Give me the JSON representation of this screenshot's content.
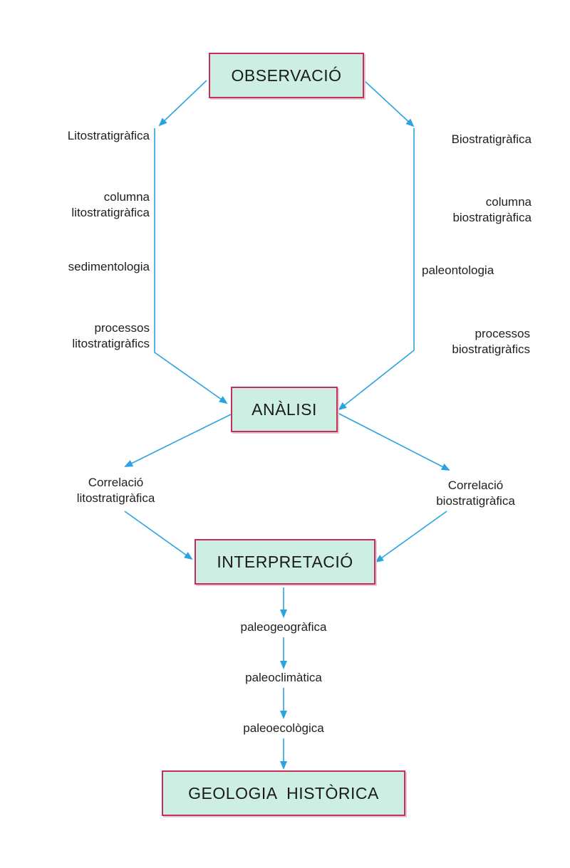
{
  "boxes": {
    "observacio": "OBSERVACIÓ",
    "analisi": "ANÀLISI",
    "interpretacio": "INTERPRETACIÓ",
    "geologia": "GEOLOGIA  HISTÒRICA"
  },
  "left_column": {
    "heading": "Litostratigràfica",
    "columna": [
      "columna",
      "litostratigràfica"
    ],
    "sedimentologia": "sedimentologia",
    "processos": [
      "processos",
      "litostratigràfics"
    ]
  },
  "right_column": {
    "heading": "Biostratigràfica",
    "columna": [
      "columna",
      "biostratigràfica"
    ],
    "paleontologia": "paleontologia",
    "processos": [
      "processos",
      "biostratigràfics"
    ]
  },
  "correlation": {
    "left": [
      "Correlació",
      "litostratigràfica"
    ],
    "right": [
      "Correlació",
      "biostratigràfica"
    ]
  },
  "interpretation_steps": [
    "paleogeogràfica",
    "paleoclimàtica",
    "paleoecològica"
  ],
  "colors": {
    "arrow": "#2aa4e0",
    "box_fill": "#cdeee2",
    "box_border": "#c4305a"
  }
}
